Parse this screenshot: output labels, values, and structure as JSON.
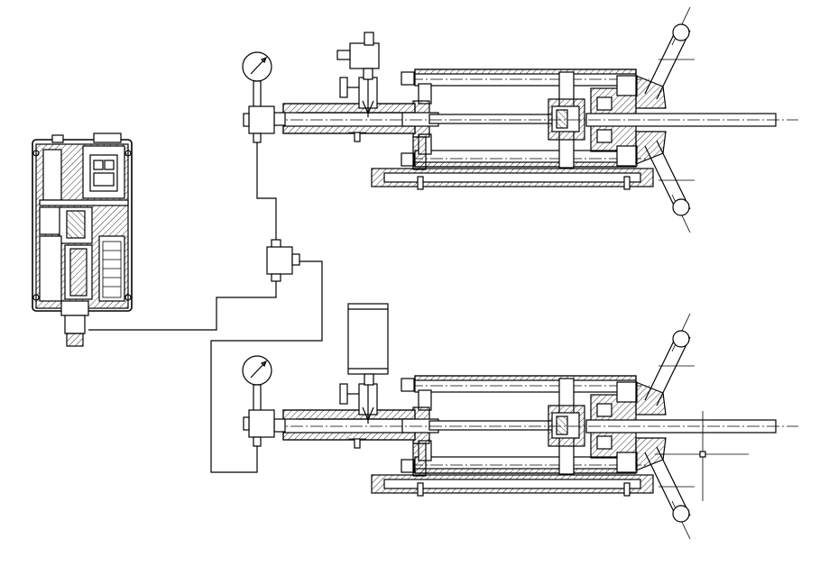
{
  "drawing": {
    "type": "mechanical-assembly-drawing",
    "components": {
      "control_unit": "control-box",
      "pressure_gauges": 2,
      "cylinder_assemblies": 2,
      "manifold_blocks": 3,
      "reservoir": 1,
      "needle_valves": 2
    },
    "icons": {
      "gauge": "pressure-gauge-icon",
      "valve": "needle-valve-icon"
    },
    "colors": {
      "line": "#000000",
      "background": "#ffffff"
    }
  }
}
